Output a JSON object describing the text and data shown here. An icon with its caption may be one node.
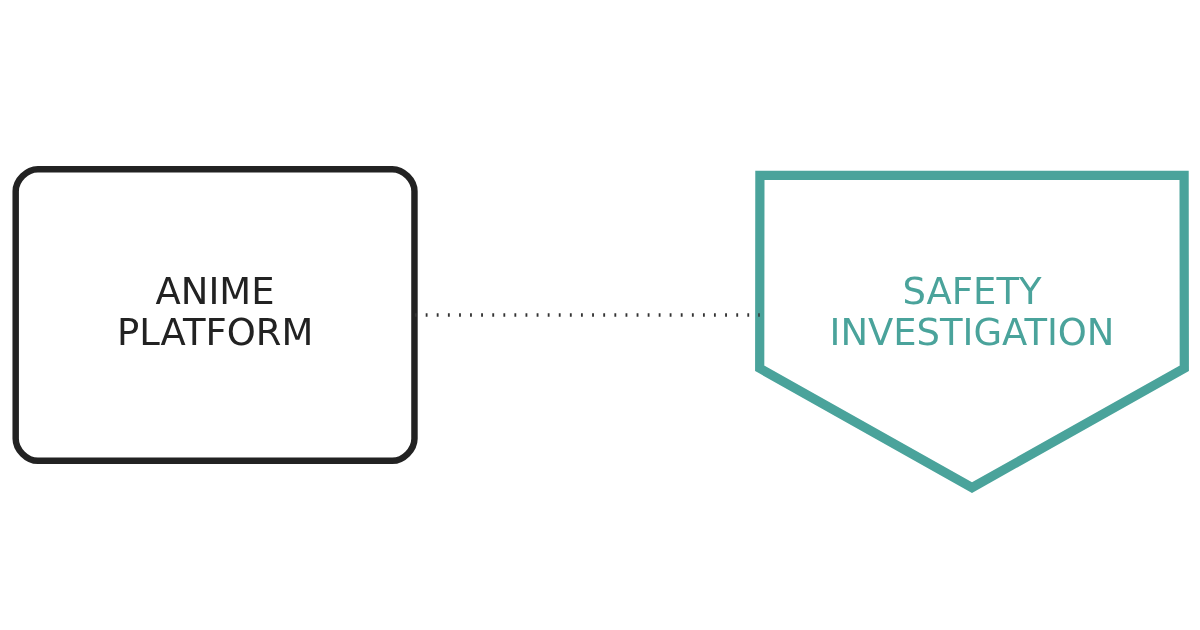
{
  "diagram": {
    "nodes": [
      {
        "text": [
          "ANIME PLATFORM"
        ]
      },
      {
        "text": [
          "SAFETY INVESTIGATION"
        ]
      }
    ],
    "edges": [
      {
        "from": 0,
        "to": 1,
        "arrow": "none",
        "style": "dashed"
      }
    ]
  }
}
